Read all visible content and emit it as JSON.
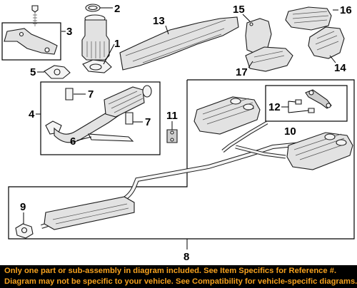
{
  "callouts": {
    "c1": "1",
    "c2": "2",
    "c3": "3",
    "c4": "4",
    "c5": "5",
    "c6": "6",
    "c7a": "7",
    "c7b": "7",
    "c8": "8",
    "c9": "9",
    "c10": "10",
    "c11": "11",
    "c12": "12",
    "c13": "13",
    "c14": "14",
    "c15": "15",
    "c16": "16",
    "c17": "17"
  },
  "disclaimer": {
    "line1": "Only one part or sub-assembly in diagram included. See Item Specifics for Reference #.",
    "line2": "Diagram may not be specific to your vehicle. See Compatibility for vehicle-specific diagrams."
  },
  "colors": {
    "footer_background": "#000000",
    "footer_text": "#f5a11e"
  }
}
